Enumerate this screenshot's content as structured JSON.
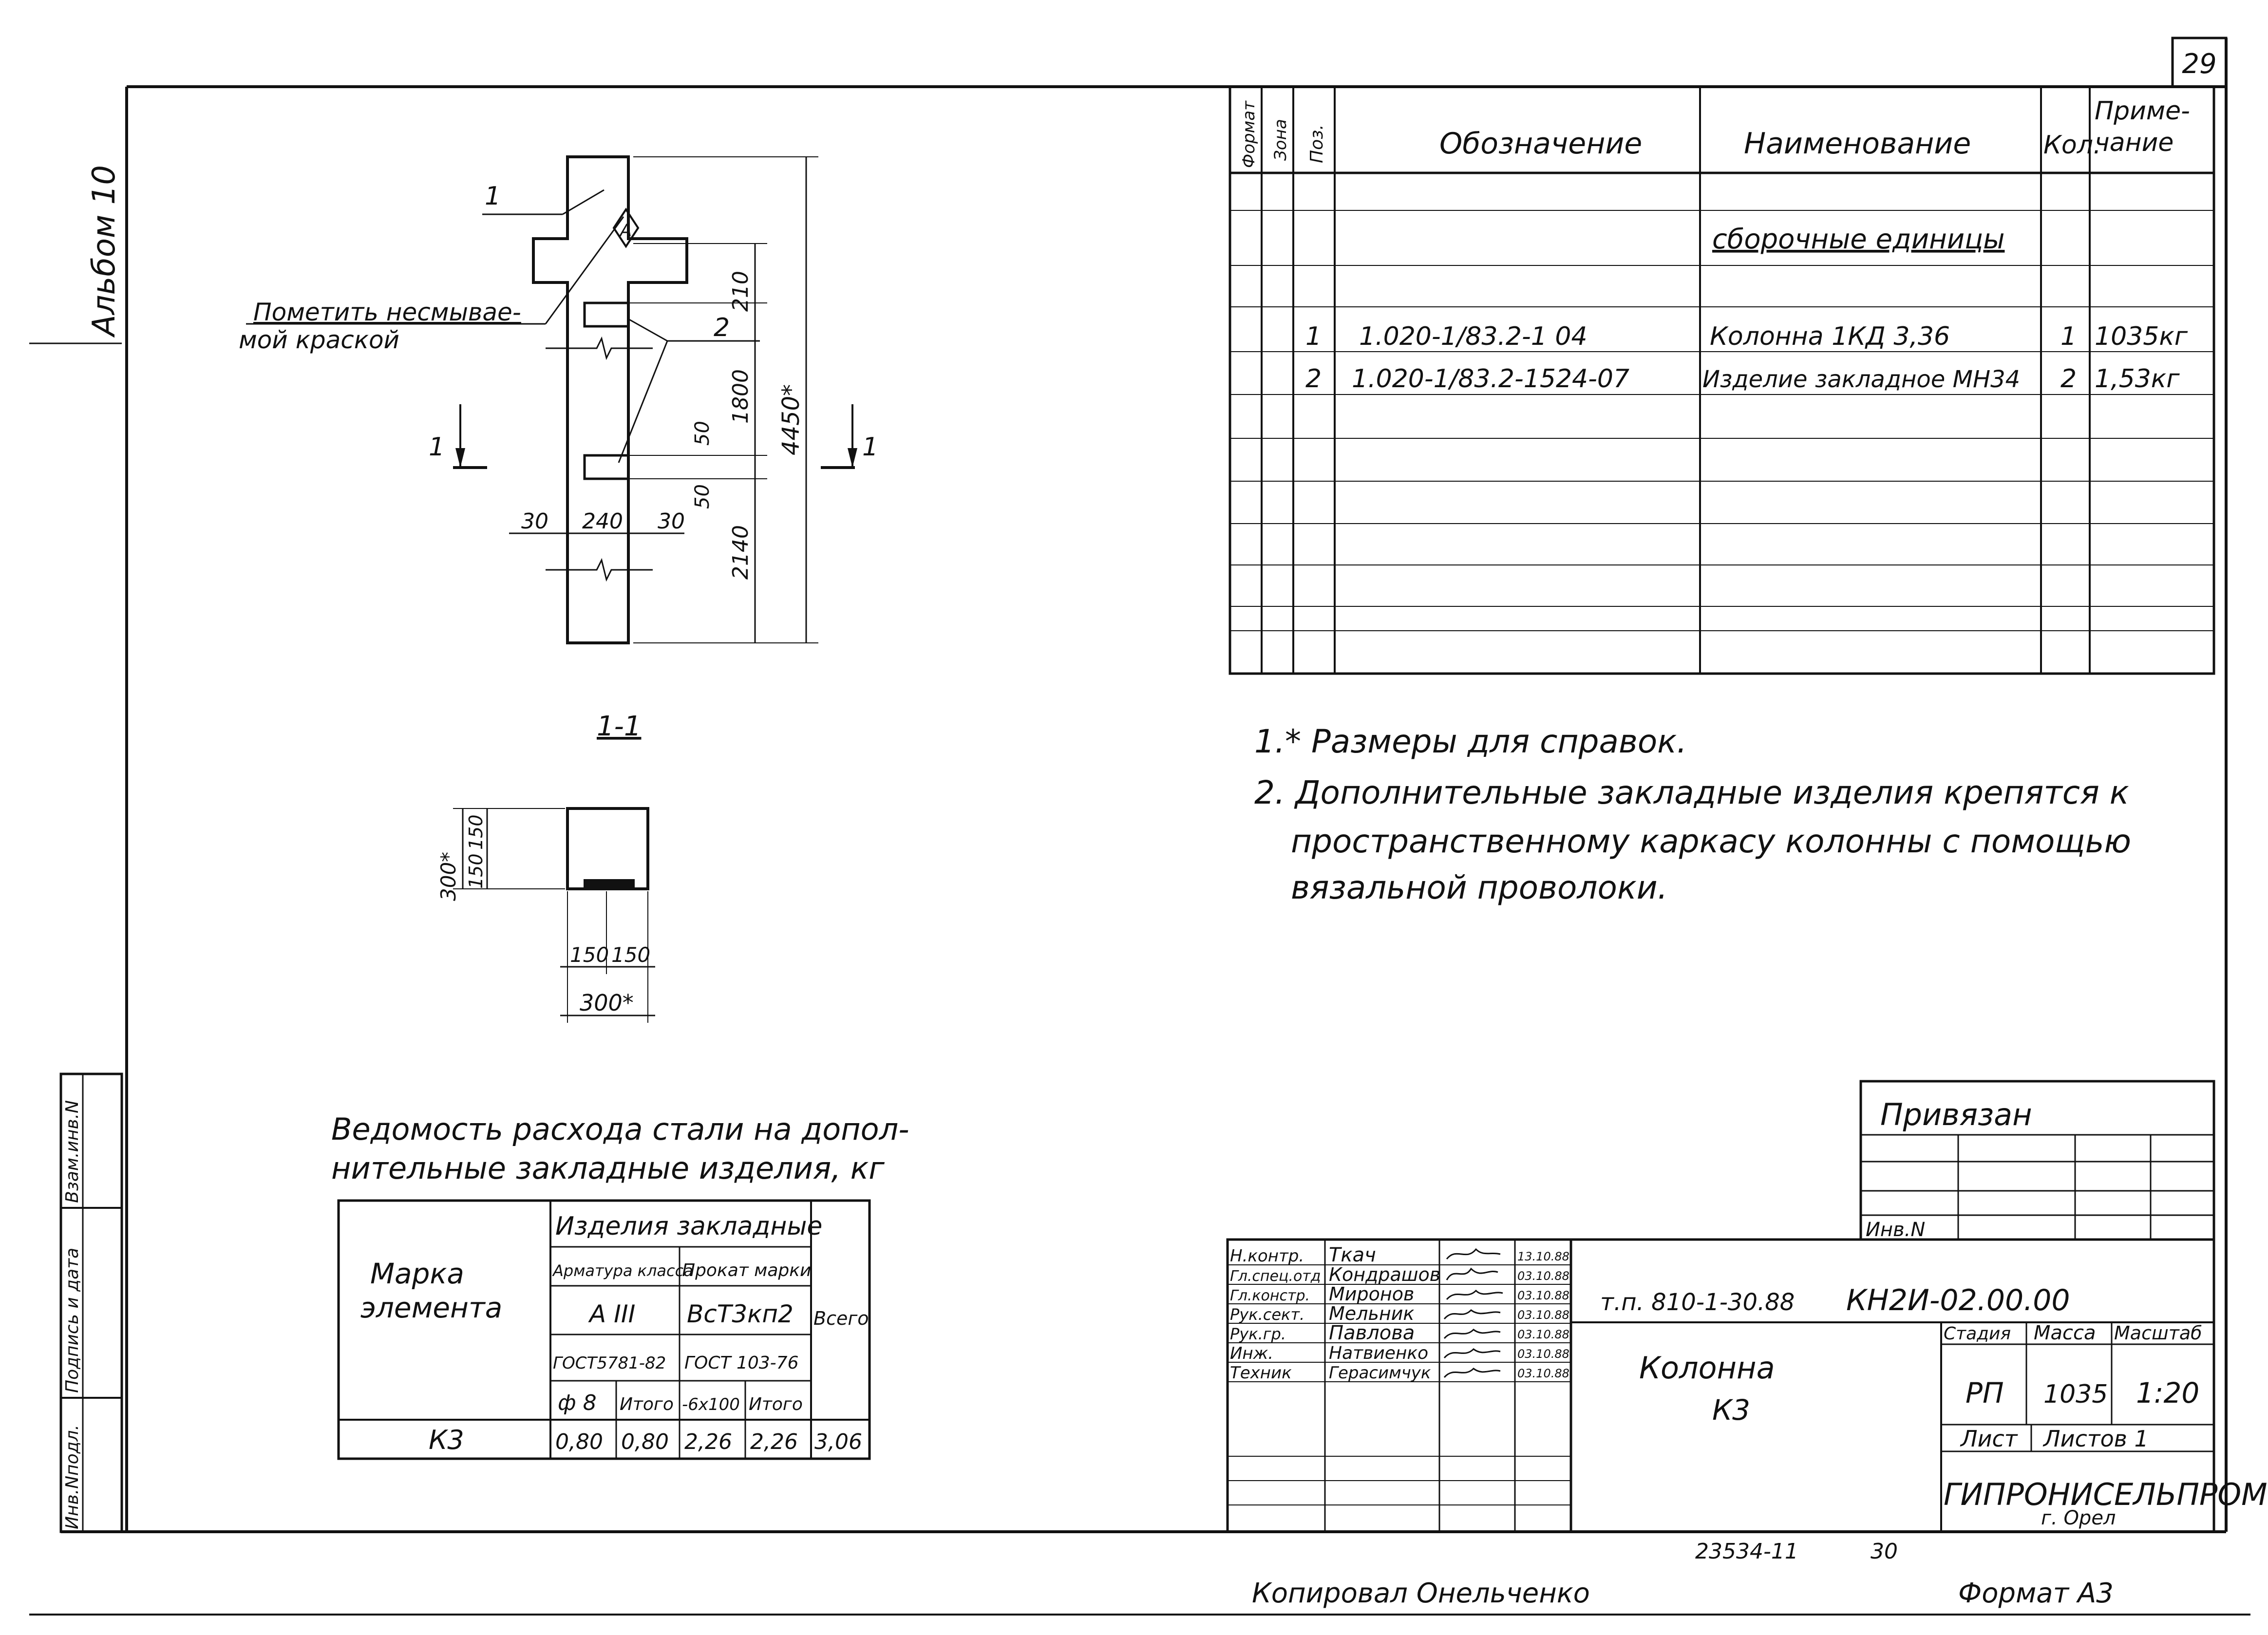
{
  "page_number": "29",
  "album": "Альбом 10",
  "side_labels": [
    "Инв.Nподл.",
    "Подпись и дата",
    "Взам.инв.N"
  ],
  "elevation": {
    "callout_1": "1",
    "callout_2": "2",
    "note_line1": "Пометить несмывае-",
    "note_line2": "мой краской",
    "mark_letter": "А",
    "section_left": "1",
    "section_right": "1",
    "dims": {
      "d210": "210",
      "d1800": "1800",
      "d4450": "4450*",
      "d50a": "50",
      "d50b": "50",
      "d2140": "2140",
      "d30a": "30",
      "d240": "240",
      "d30b": "30"
    }
  },
  "section": {
    "title": "1-1",
    "dim_300v": "300*",
    "dim_150v1": "150",
    "dim_150v2": "150",
    "dim_150h1": "150",
    "dim_150h2": "150",
    "dim_300h": "300*"
  },
  "spec_table": {
    "headers": {
      "format": "Формат",
      "zone": "Зона",
      "pos": "Поз.",
      "designation": "Обозначение",
      "name": "Наименование",
      "qty": "Кол.",
      "note1": "Приме-",
      "note2": "чание"
    },
    "group_title": "сборочные единицы",
    "rows": [
      {
        "pos": "1",
        "designation": "1.020-1/83.2-1  04",
        "name": "Колонна  1КД 3,36",
        "qty": "1",
        "note": "1035кг"
      },
      {
        "pos": "2",
        "designation": "1.020-1/83.2-1524-07",
        "name": "Изделие закладное МН34",
        "qty": "2",
        "note": "1,53кг"
      }
    ]
  },
  "notes": [
    "1.* Размеры для справок.",
    "2. Дополнительные закладные изделия крепятся к",
    "пространственному каркасу колонны с помощью",
    "вязальной проволоки."
  ],
  "steel": {
    "title_line1": "Ведомость расхода стали на допол-",
    "title_line2": "нительные закладные изделия, кг",
    "mark_header1": "Марка",
    "mark_header2": "элемента",
    "group_header": "Изделия закладные",
    "rebar_header": "Арматура класса",
    "rolled_header": "Прокат марки",
    "rebar_class": "А III",
    "rolled_grade": "ВсТ3кп2",
    "gost_rebar": "ГОСТ5781-82",
    "gost_rolled": "ГОСТ 103-76",
    "col_phi8": "ф 8",
    "col_total1": "Итого",
    "col_strip": "-6х100",
    "col_total2": "Итого",
    "col_all": "Всего",
    "row": {
      "mark": "К3",
      "phi8": "0,80",
      "total1": "0,80",
      "strip": "2,26",
      "total2": "2,26",
      "all": "3,06"
    }
  },
  "stamp": {
    "bound": "Привязан",
    "inv": "Инв.N",
    "code": "т.п. 810-1-30.88",
    "doc": "КН2И-02.00.00",
    "title1": "Колонна",
    "title2": "К3",
    "stage_h": "Стадия",
    "mass_h": "Масса",
    "scale_h": "Масштаб",
    "stage": "РП",
    "mass": "1035",
    "scale": "1:20",
    "sheet_h": "Лист",
    "sheets_h": "Листов 1",
    "org": "ГИПРОНИСЕЛЬПРОМ",
    "city": "г. Орел",
    "people": [
      {
        "role": "Н.контр.",
        "name": "Ткач",
        "date": "13.10.88"
      },
      {
        "role": "Гл.спец.отд",
        "name": "Кондрашов",
        "date": "03.10.88"
      },
      {
        "role": "Гл.констр.",
        "name": "Миронов",
        "date": "03.10.88"
      },
      {
        "role": "Рук.сект.",
        "name": "Мельник",
        "date": "03.10.88"
      },
      {
        "role": "Рук.гр.",
        "name": "Павлова",
        "date": "03.10.88"
      },
      {
        "role": "Инж.",
        "name": "Натвиенко",
        "date": "03.10.88"
      },
      {
        "role": "Техник",
        "name": "Герасимчук",
        "date": "03.10.88"
      }
    ]
  },
  "footer": {
    "archive": "23534-11",
    "num": "30",
    "copied": "Копировал Онельченко",
    "format": "Формат А3"
  }
}
